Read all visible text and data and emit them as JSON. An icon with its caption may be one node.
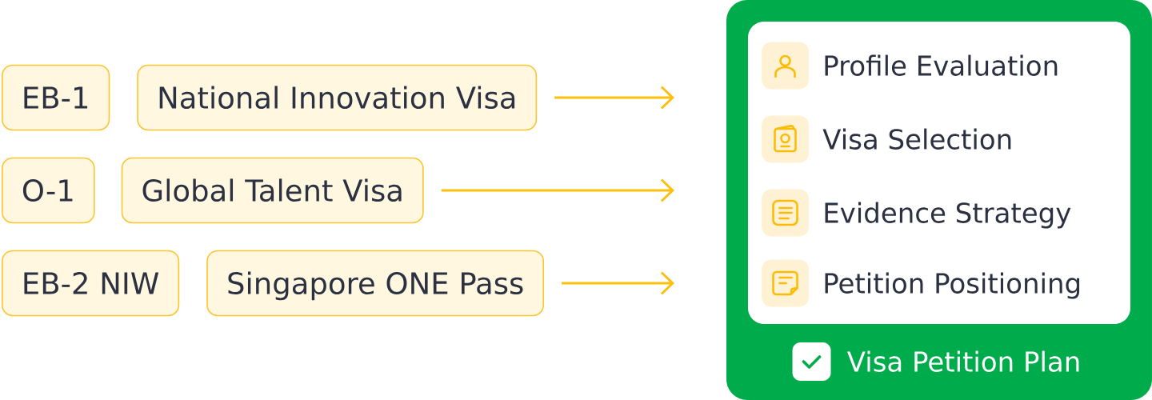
{
  "diagram": {
    "nodes": [
      {
        "text": [
          "EB-1"
        ]
      },
      {
        "text": [
          "National Innovation Visa"
        ]
      },
      {
        "text": [
          "O-1"
        ]
      },
      {
        "text": [
          "Global Talent Visa"
        ]
      },
      {
        "text": [
          "EB-2 NIW"
        ]
      },
      {
        "text": [
          "Singapore ONE Pass"
        ]
      },
      {
        "text": [
          "Visa Petition Plan"
        ]
      },
      {
        "text": [
          "Profile Evaluation",
          "Visa Selection",
          "Evidence Strategy",
          "Petition Positioning"
        ],
        "in": 6
      }
    ],
    "edges": [
      {
        "from": 1,
        "to": 6,
        "arrow": "to"
      },
      {
        "from": 3,
        "to": 6,
        "arrow": "to"
      },
      {
        "from": 5,
        "to": 6,
        "arrow": "to"
      }
    ]
  }
}
